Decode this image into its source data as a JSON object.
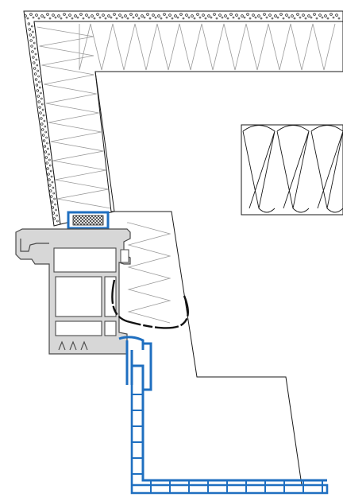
{
  "colors": {
    "background": "#ffffff",
    "line": "#1a1a1a",
    "frame_fill": "#d7d7d7",
    "frame_stroke": "#4a4a4a",
    "sill": "#1f6fc0",
    "gasket": "#1f6fc0",
    "seal": "#111111",
    "hatch": "#222222"
  },
  "drawing": {
    "elements": [
      "outer-render-layer",
      "external-insulation",
      "wall-cavity-outline",
      "insulation-batt",
      "window-frame-profile",
      "sealing-tape",
      "compressible-gasket",
      "window-sill-profile",
      "reveal-plaster-line"
    ]
  }
}
